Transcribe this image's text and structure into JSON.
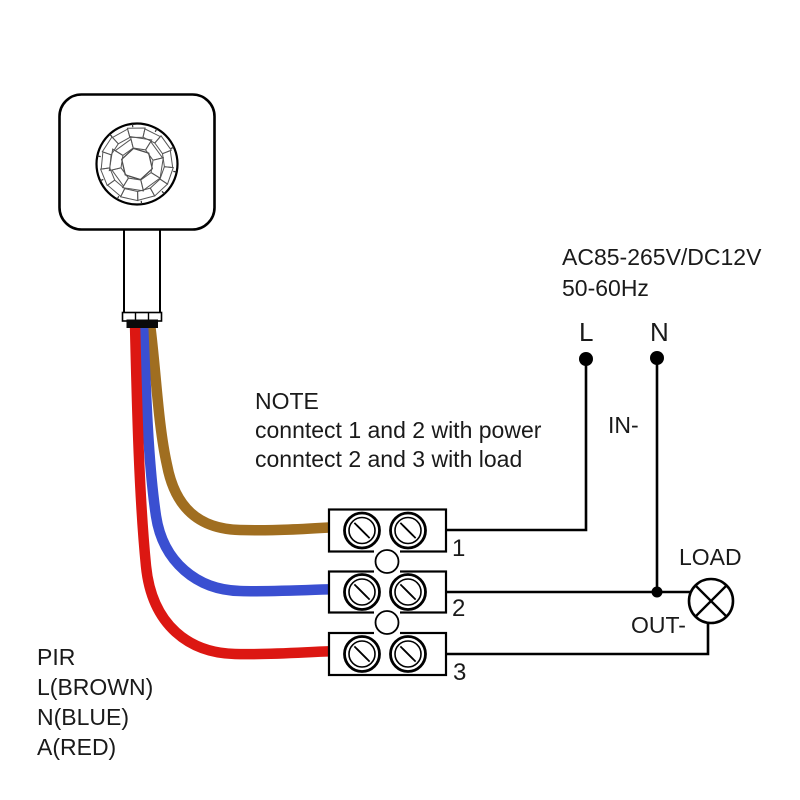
{
  "power": {
    "voltage": "AC85-265V/DC12V",
    "frequency": "50-60Hz",
    "line_label": "L",
    "neutral_label": "N",
    "in_label": "IN-",
    "out_label": "OUT-"
  },
  "load": {
    "label": "LOAD"
  },
  "note": {
    "heading": "NOTE",
    "line1": "conntect 1 and 2 with power",
    "line2": "conntect 2 and 3 with load"
  },
  "terminal_block": {
    "terminals": [
      {
        "number": "1"
      },
      {
        "number": "2"
      },
      {
        "number": "3"
      }
    ]
  },
  "legend": {
    "device": "PIR",
    "entries": [
      "L(BROWN)",
      "N(BLUE)",
      "A(RED)"
    ]
  },
  "wires": [
    {
      "name": "brown-wire",
      "color": "#A06E20"
    },
    {
      "name": "blue-wire",
      "color": "#3A4FD1"
    },
    {
      "name": "red-wire",
      "color": "#DC1712"
    }
  ],
  "colors": {
    "background": "#FFFFFF",
    "line": "#000000",
    "collar": "#0A0A0A"
  }
}
